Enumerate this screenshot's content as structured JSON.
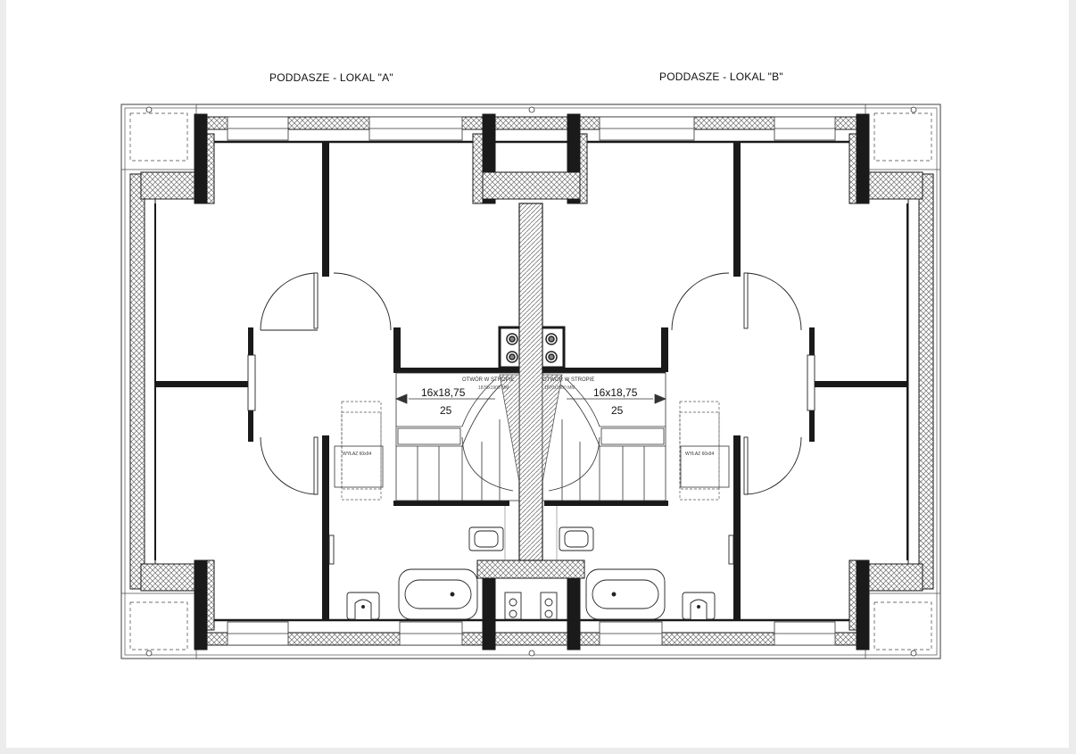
{
  "titles": {
    "unit_a": "PODDASZE - LOKAL \"A\"",
    "unit_b": "PODDASZE - LOKAL \"B\""
  },
  "stair": {
    "left_spec": "16x18,75",
    "left_count": "25",
    "right_spec": "16x18,75",
    "right_count": "25",
    "opening_label_left": "OTWÓR W STROPIE",
    "opening_label_right": "OTWÓR W STROPIE",
    "opening_size_left": "1870x1900 MM",
    "opening_size_right": "1870x1900 MM"
  },
  "hatch": {
    "left_label": "WYŁAZ 60x94",
    "right_label": "WYŁAZ 60x94"
  },
  "colors": {
    "wall": "#1a1a1a",
    "insulation_hatch": "#8a8a8a",
    "line": "#222222"
  }
}
